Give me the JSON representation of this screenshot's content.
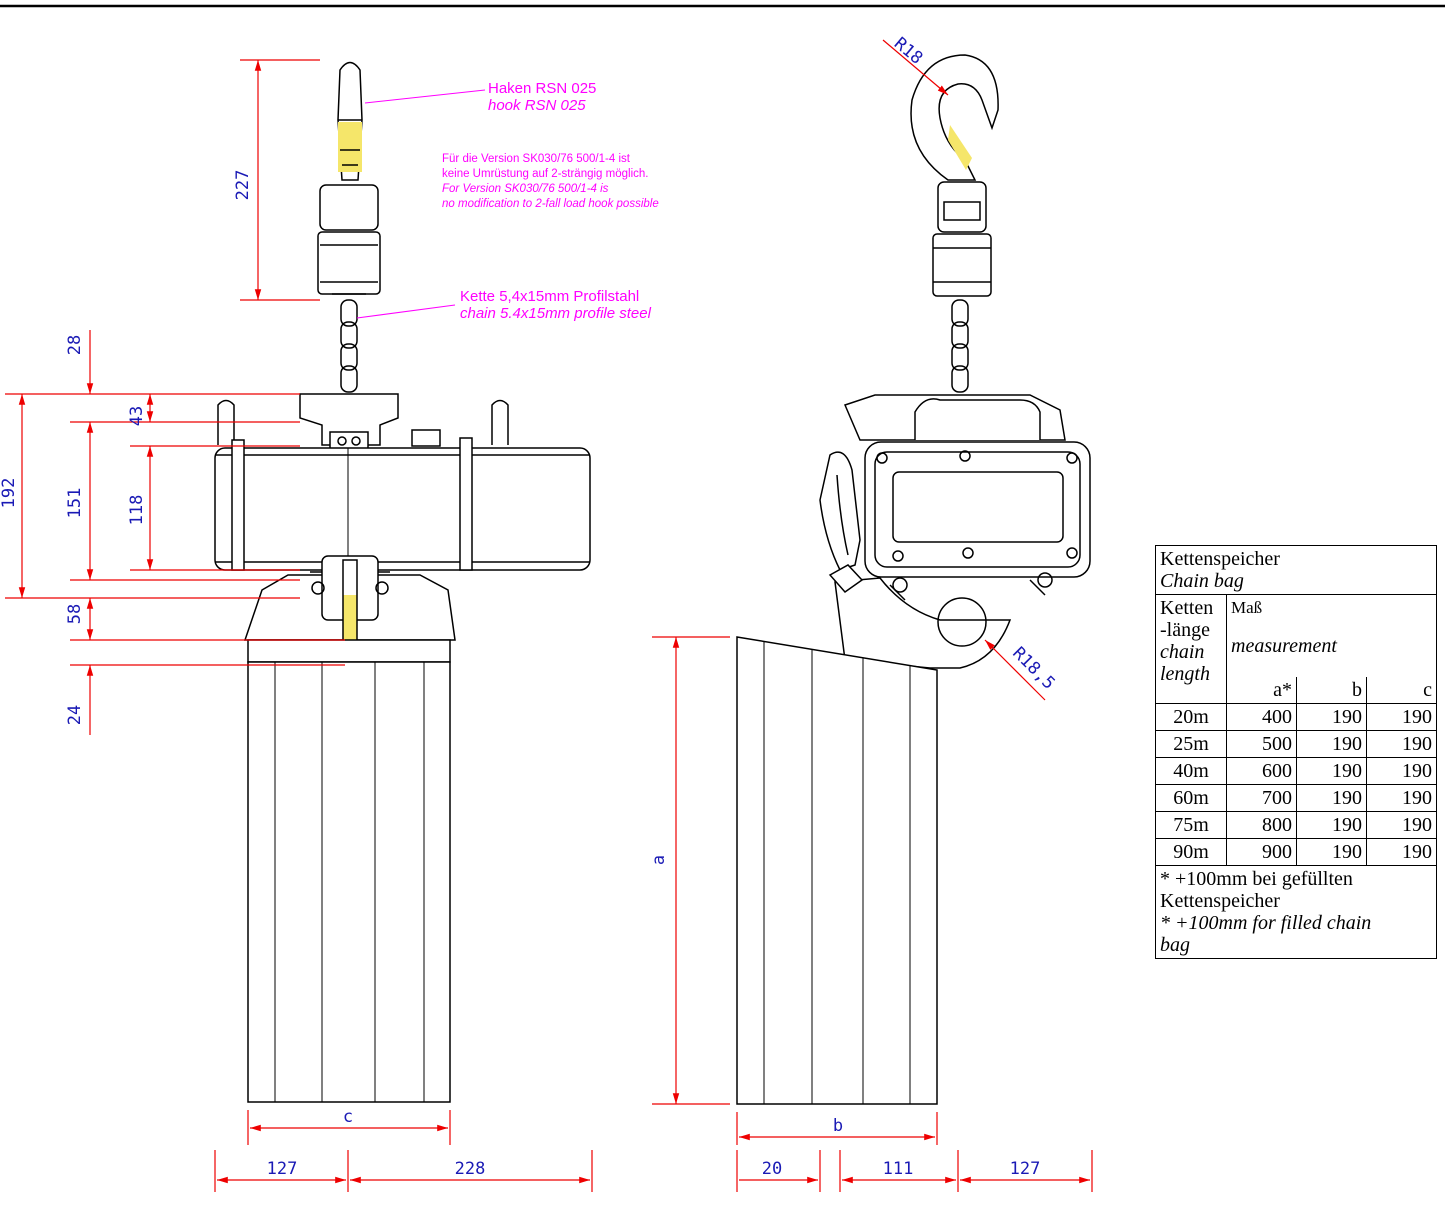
{
  "notes": {
    "hook_de": "Haken RSN 025",
    "hook_en": "hook RSN 025",
    "version_de_1": "Für die Version SK030/76 500/1-4 ist",
    "version_de_2": "keine Umrüstung auf 2-strängig möglich.",
    "version_en_1": "For Version SK030/76 500/1-4 is",
    "version_en_2": "no modification to 2-fall load hook possible",
    "chain_de": "Kette 5,4x15mm Profilstahl",
    "chain_en": "chain 5.4x15mm profile steel"
  },
  "dimensions": {
    "d227": "227",
    "d28": "28",
    "d192": "192",
    "d43": "43",
    "d151": "151",
    "d118": "118",
    "d58": "58",
    "d24": "24",
    "c": "c",
    "d127_left": "127",
    "d228": "228",
    "r18": "R18",
    "r185": "R18,5",
    "a": "a",
    "b": "b",
    "d20": "20",
    "d111": "111",
    "d127_right": "127"
  },
  "table": {
    "title_de": "Kettenspeicher",
    "title_en": "Chain bag",
    "col1_de_1": "Ketten",
    "col1_de_2": "-länge",
    "col1_en_1": "chain",
    "col1_en_2": "length",
    "col2_de": "Maß",
    "col2_en": "measurement",
    "sub_a": "a*",
    "sub_b": "b",
    "sub_c": "c",
    "rows": [
      {
        "len": "20m",
        "a": "400",
        "b": "190",
        "c": "190"
      },
      {
        "len": "25m",
        "a": "500",
        "b": "190",
        "c": "190"
      },
      {
        "len": "40m",
        "a": "600",
        "b": "190",
        "c": "190"
      },
      {
        "len": "60m",
        "a": "700",
        "b": "190",
        "c": "190"
      },
      {
        "len": "75m",
        "a": "800",
        "b": "190",
        "c": "190"
      },
      {
        "len": "90m",
        "a": "900",
        "b": "190",
        "c": "190"
      }
    ],
    "foot_de_1": "* +100mm bei gefüllten",
    "foot_de_2": "Kettenspeicher",
    "foot_en_1": "* +100mm for filled chain",
    "foot_en_2": "bag"
  }
}
